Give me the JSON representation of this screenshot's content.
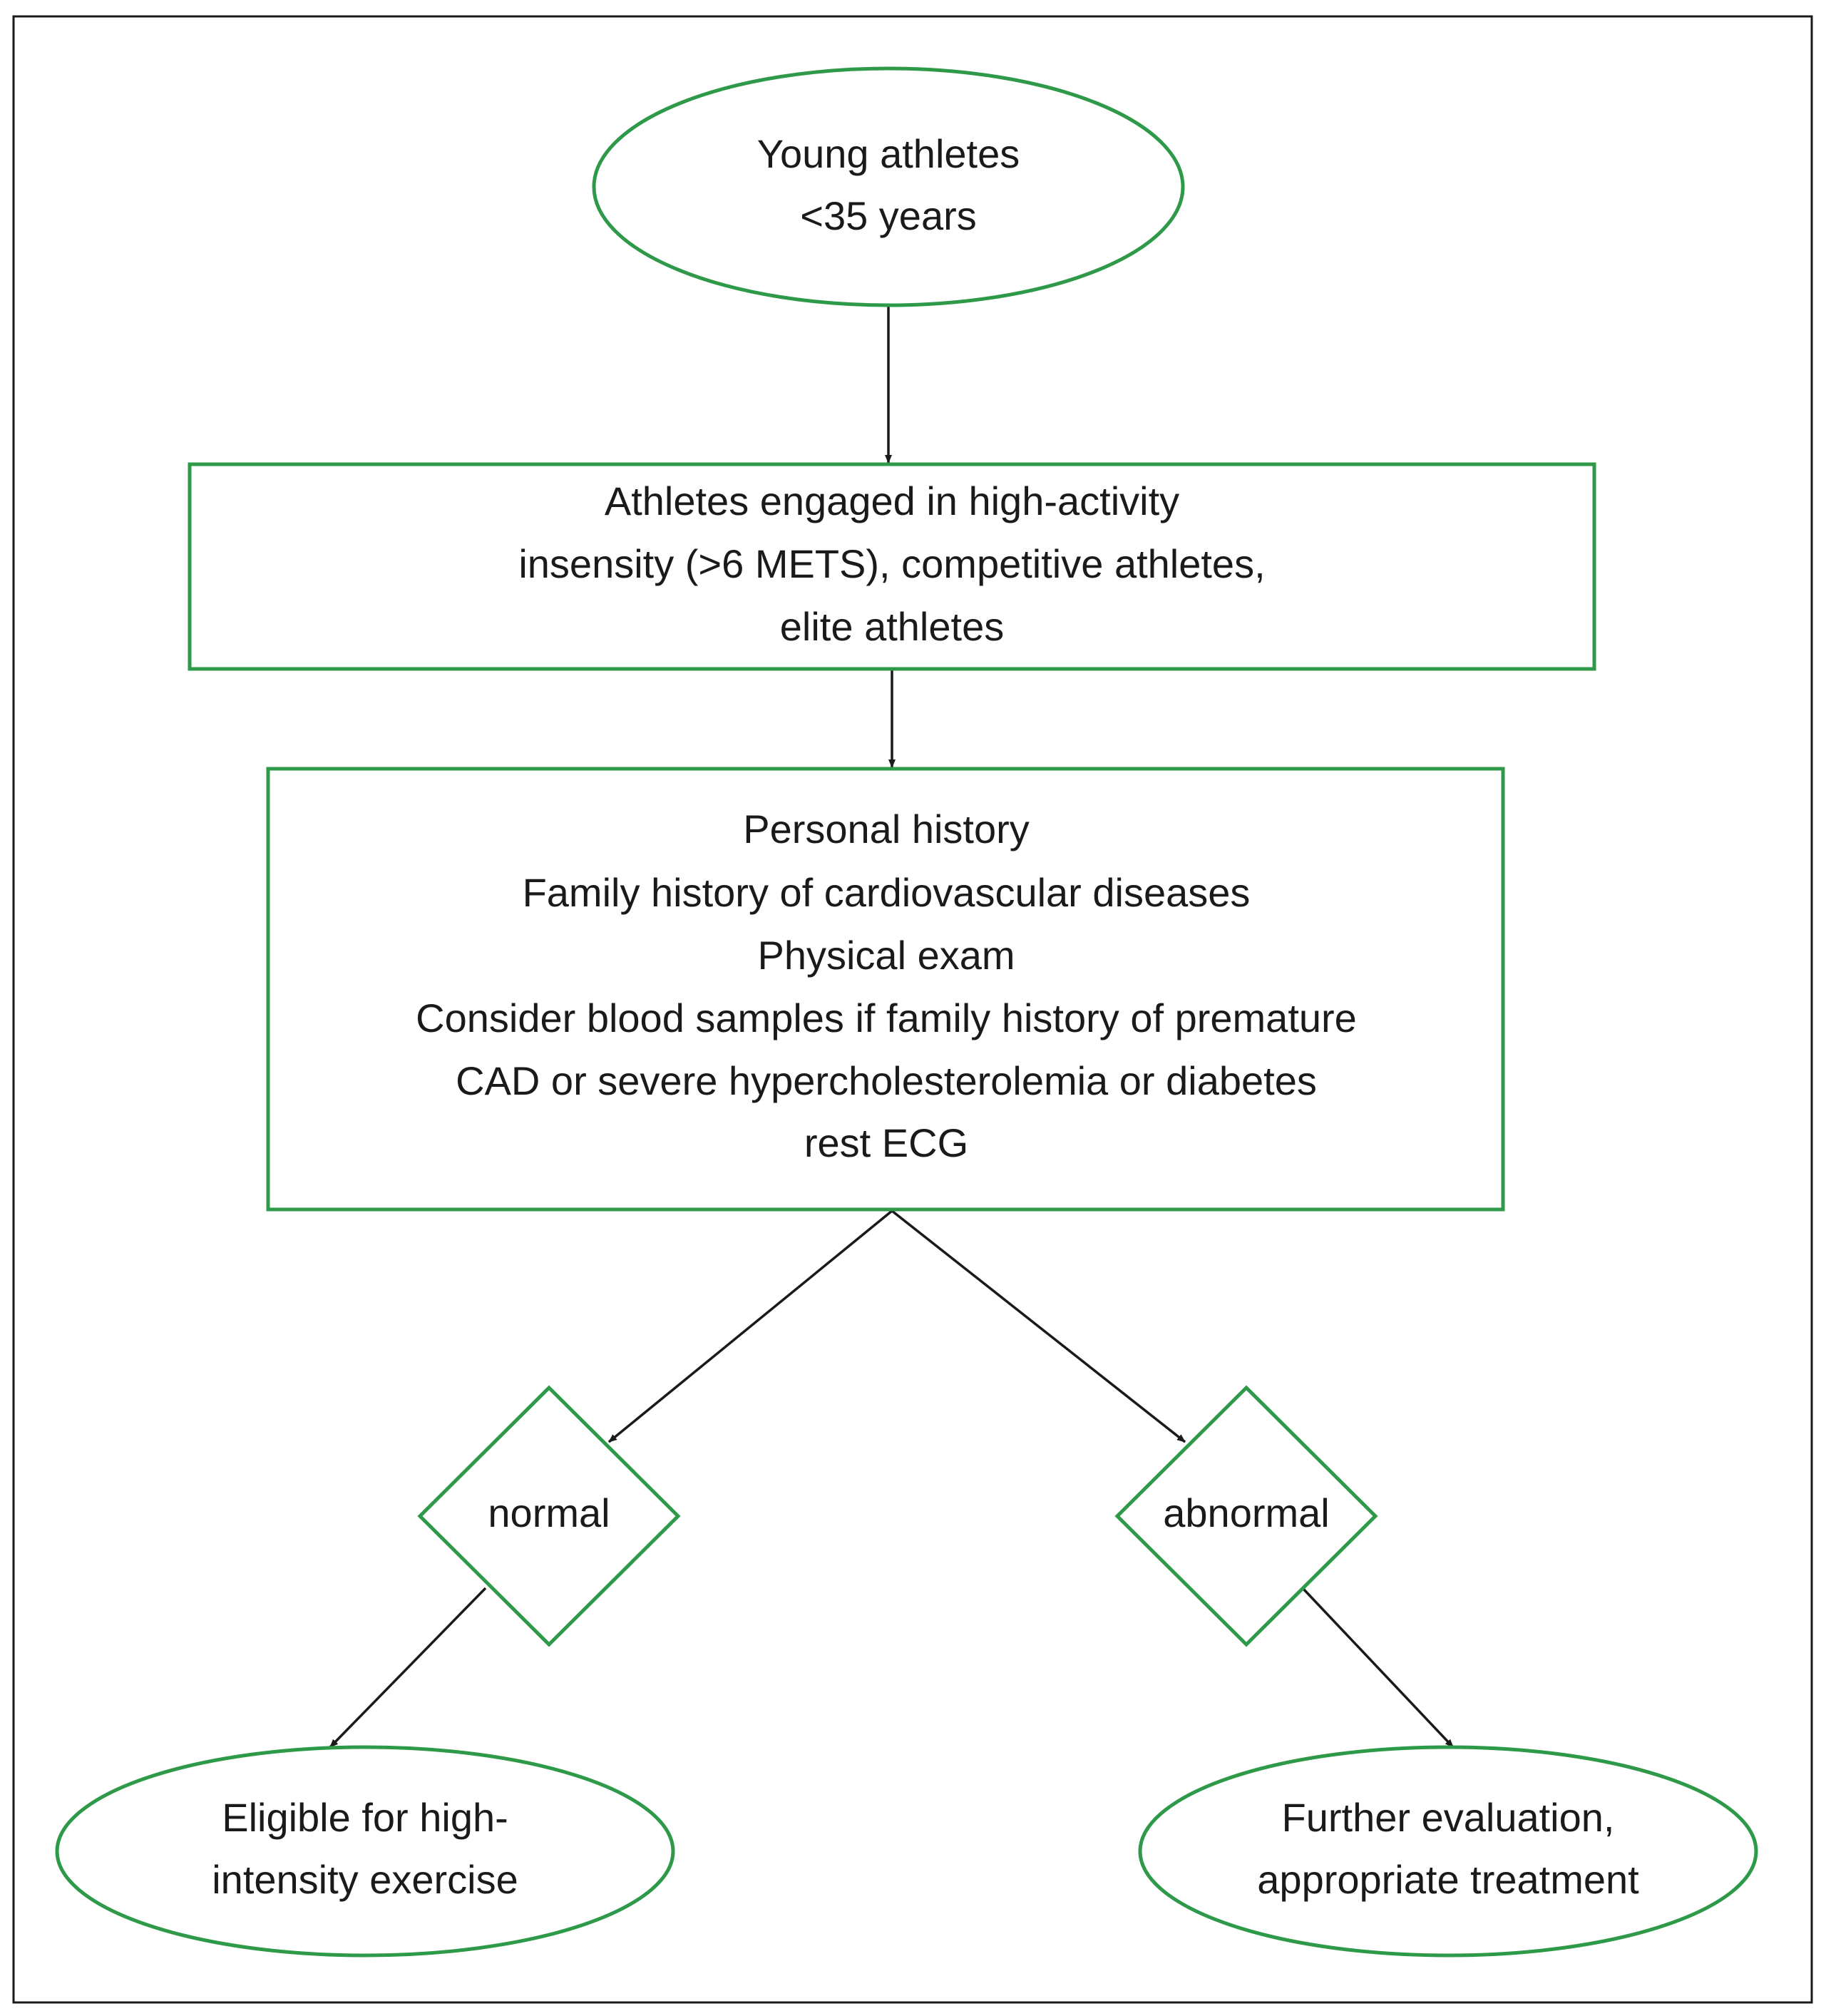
{
  "colors": {
    "node_border": "#2e9a49",
    "arrow": "#1a1a1a",
    "text": "#1a1a1a",
    "frame": "#1a1a1a"
  },
  "nodes": {
    "start": {
      "shape": "ellipse",
      "lines": [
        "Young athletes",
        "<35 years"
      ]
    },
    "population": {
      "shape": "rectangle",
      "lines": [
        "Athletes engaged in high-activity",
        "insensity (>6 METS), competitive athletes,",
        "elite athletes"
      ]
    },
    "screening": {
      "shape": "rectangle",
      "lines": [
        "Personal history",
        "Family history of cardiovascular diseases",
        "Physical exam",
        "Consider blood samples if family history of premature",
        "CAD or severe hypercholesterolemia or diabetes",
        "rest ECG"
      ]
    },
    "normal": {
      "shape": "diamond",
      "lines": [
        "normal"
      ]
    },
    "abnormal": {
      "shape": "diamond",
      "lines": [
        "abnormal"
      ]
    },
    "eligible": {
      "shape": "ellipse",
      "lines": [
        "Eligible for high-",
        "intensity exercise"
      ]
    },
    "further": {
      "shape": "ellipse",
      "lines": [
        "Further evaluation,",
        "appropriate treatment"
      ]
    }
  },
  "edges": [
    {
      "from": "start",
      "to": "population"
    },
    {
      "from": "population",
      "to": "screening"
    },
    {
      "from": "screening",
      "to": "normal"
    },
    {
      "from": "screening",
      "to": "abnormal"
    },
    {
      "from": "normal",
      "to": "eligible"
    },
    {
      "from": "abnormal",
      "to": "further"
    }
  ]
}
